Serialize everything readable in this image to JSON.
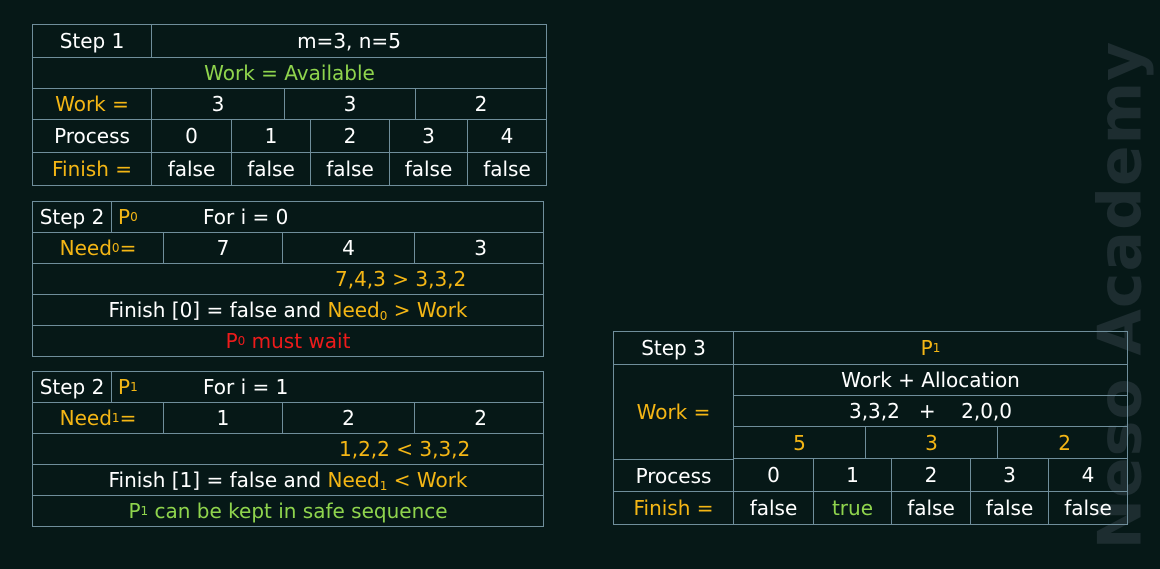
{
  "step1": {
    "label": "Step 1",
    "params": "m=3, n=5",
    "work_eq": "Work = Available",
    "work_label": "Work =",
    "work": [
      "3",
      "3",
      "2"
    ],
    "process_label": "Process",
    "processes": [
      "0",
      "1",
      "2",
      "3",
      "4"
    ],
    "finish_label": "Finish =",
    "finish": [
      "false",
      "false",
      "false",
      "false",
      "false"
    ]
  },
  "step2a": {
    "label": "Step 2",
    "proc": "P",
    "proc_sub": "0",
    "for_text": "For i = 0",
    "need_label": "Need",
    "need_sub": "0",
    "need_eq": " =",
    "need": [
      "7",
      "4",
      "3"
    ],
    "compare": "7,4,3  >  3,3,2",
    "cond_text": "Finish [0] = false and ",
    "cond_need": "Need",
    "cond_sub": "0",
    "cond_rest": " > Work",
    "result_p": "P",
    "result_sub": "0",
    "result_text": " must wait"
  },
  "step2b": {
    "label": "Step 2",
    "proc": "P",
    "proc_sub": "1",
    "for_text": "For i = 1",
    "need_label": "Need",
    "need_sub": "1",
    "need_eq": " =",
    "need": [
      "1",
      "2",
      "2"
    ],
    "compare": "1,2,2  <  3,3,2",
    "cond_text": "Finish [1] = false and ",
    "cond_need": "Need",
    "cond_sub": "1",
    "cond_rest": " < Work",
    "result_p": "P",
    "result_sub": "1",
    "result_text": " can be kept in safe sequence"
  },
  "step3": {
    "label": "Step 3",
    "proc": "P",
    "proc_sub": "1",
    "work_label": "Work =",
    "formula": "Work + Allocation",
    "sum": "3,3,2   +    2,0,0",
    "work": [
      "5",
      "3",
      "2"
    ],
    "process_label": "Process",
    "processes": [
      "0",
      "1",
      "2",
      "3",
      "4"
    ],
    "finish_label": "Finish =",
    "finish": [
      "false",
      "true",
      "false",
      "false",
      "false"
    ]
  },
  "watermark": "Neso Academy",
  "colors": {
    "background": "#061817",
    "border": "#6f8e9b",
    "yellow": "#f4b615",
    "green": "#8fd44d",
    "red": "#ee1b1b"
  }
}
